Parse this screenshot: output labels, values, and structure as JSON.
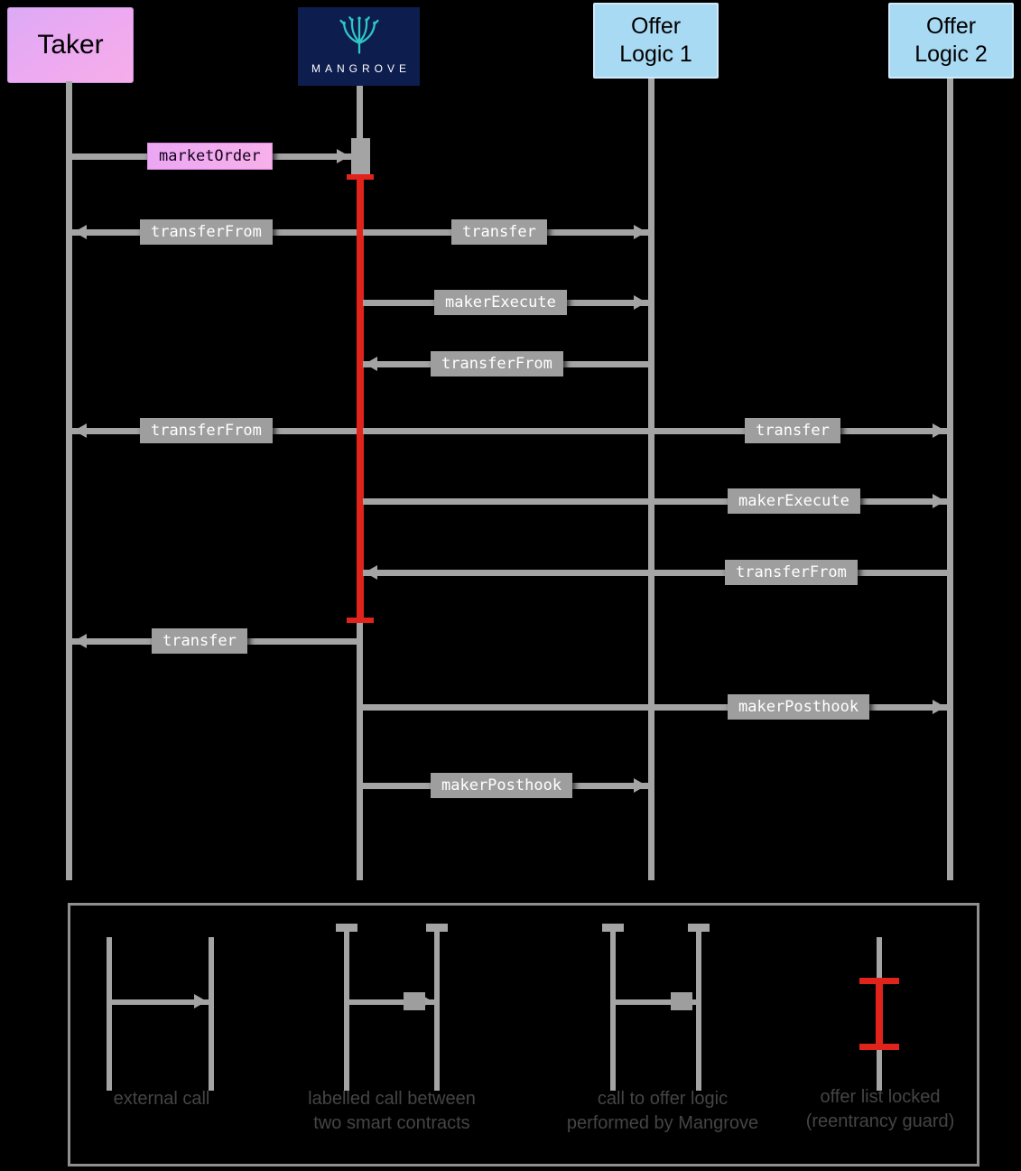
{
  "participants": {
    "taker": {
      "label": "Taker"
    },
    "mangrove": {
      "brand": "MANGROVE"
    },
    "offer_logic_1": {
      "line1": "Offer",
      "line2": "Logic 1"
    },
    "offer_logic_2": {
      "line1": "Offer",
      "line2": "Logic 2"
    }
  },
  "messages": [
    {
      "label": "marketOrder"
    },
    {
      "label": "transferFrom"
    },
    {
      "label": "transfer"
    },
    {
      "label": "makerExecute"
    },
    {
      "label": "transferFrom"
    },
    {
      "label": "transferFrom"
    },
    {
      "label": "transfer"
    },
    {
      "label": "makerExecute"
    },
    {
      "label": "transferFrom"
    },
    {
      "label": "transfer"
    },
    {
      "label": "makerPosthook"
    },
    {
      "label": "makerPosthook"
    }
  ],
  "legend": {
    "item1": {
      "line1": "external call"
    },
    "item2": {
      "line1": "labelled call between",
      "line2": "two smart contracts"
    },
    "item3": {
      "line1": "call to offer logic",
      "line2": "performed by Mangrove"
    },
    "item4": {
      "line1": "offer list locked",
      "line2": "(reentrancy guard)"
    }
  },
  "colors": {
    "background": "#000000",
    "lifeline_gray": "#a4a4a4",
    "label_gray": "#9e9e9e",
    "label_text": "#ffffff",
    "accent_red": "#e0241c",
    "market_order_pink": "#f0a9f2",
    "mangrove_navy": "#0d1d4e",
    "logo_teal": "#2fc6c6",
    "offer_blue": "#a9daf3",
    "taker_purple": "#dcaaf5",
    "legend_text": "#454545"
  }
}
